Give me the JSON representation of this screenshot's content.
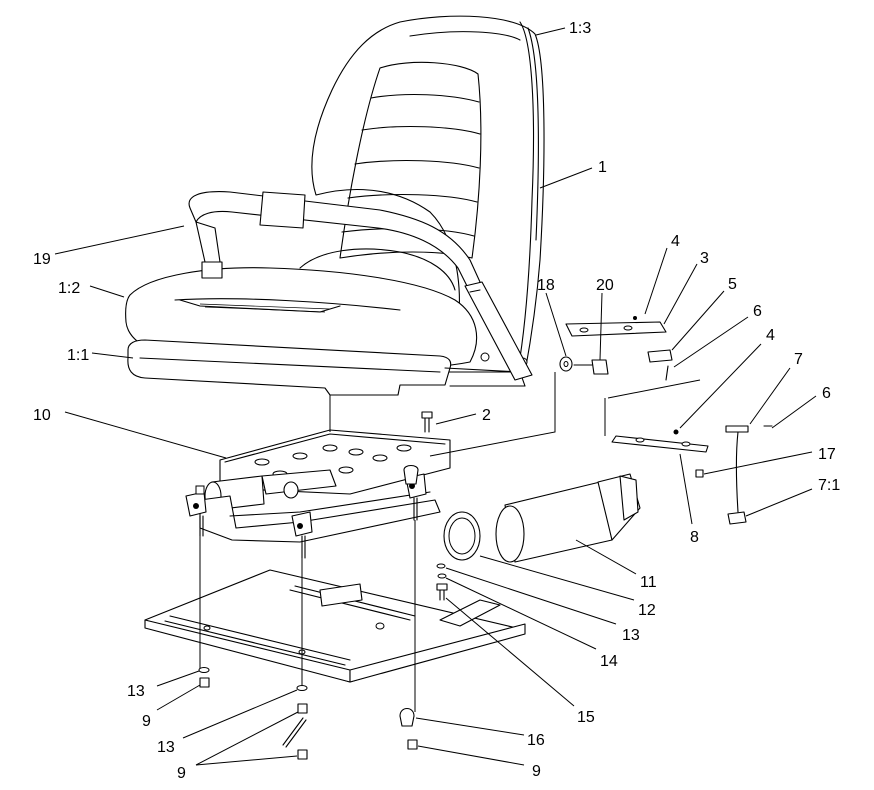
{
  "callouts": [
    {
      "id": "c-1-3",
      "text": "1:3"
    },
    {
      "id": "c-1",
      "text": "1"
    },
    {
      "id": "c-19",
      "text": "19"
    },
    {
      "id": "c-1-2",
      "text": "1:2"
    },
    {
      "id": "c-1-1",
      "text": "1:1"
    },
    {
      "id": "c-4a",
      "text": "4"
    },
    {
      "id": "c-3",
      "text": "3"
    },
    {
      "id": "c-5",
      "text": "5"
    },
    {
      "id": "c-18",
      "text": "18"
    },
    {
      "id": "c-20",
      "text": "20"
    },
    {
      "id": "c-6a",
      "text": "6"
    },
    {
      "id": "c-4b",
      "text": "4"
    },
    {
      "id": "c-7",
      "text": "7"
    },
    {
      "id": "c-6b",
      "text": "6"
    },
    {
      "id": "c-10",
      "text": "10"
    },
    {
      "id": "c-2",
      "text": "2"
    },
    {
      "id": "c-17",
      "text": "17"
    },
    {
      "id": "c-7-1",
      "text": "7:1"
    },
    {
      "id": "c-8",
      "text": "8"
    },
    {
      "id": "c-11",
      "text": "11"
    },
    {
      "id": "c-12",
      "text": "12"
    },
    {
      "id": "c-13a",
      "text": "13"
    },
    {
      "id": "c-14",
      "text": "14"
    },
    {
      "id": "c-15",
      "text": "15"
    },
    {
      "id": "c-13b",
      "text": "13"
    },
    {
      "id": "c-9a",
      "text": "9"
    },
    {
      "id": "c-13c",
      "text": "13"
    },
    {
      "id": "c-16",
      "text": "16"
    },
    {
      "id": "c-9b",
      "text": "9"
    },
    {
      "id": "c-9c",
      "text": "9"
    }
  ]
}
